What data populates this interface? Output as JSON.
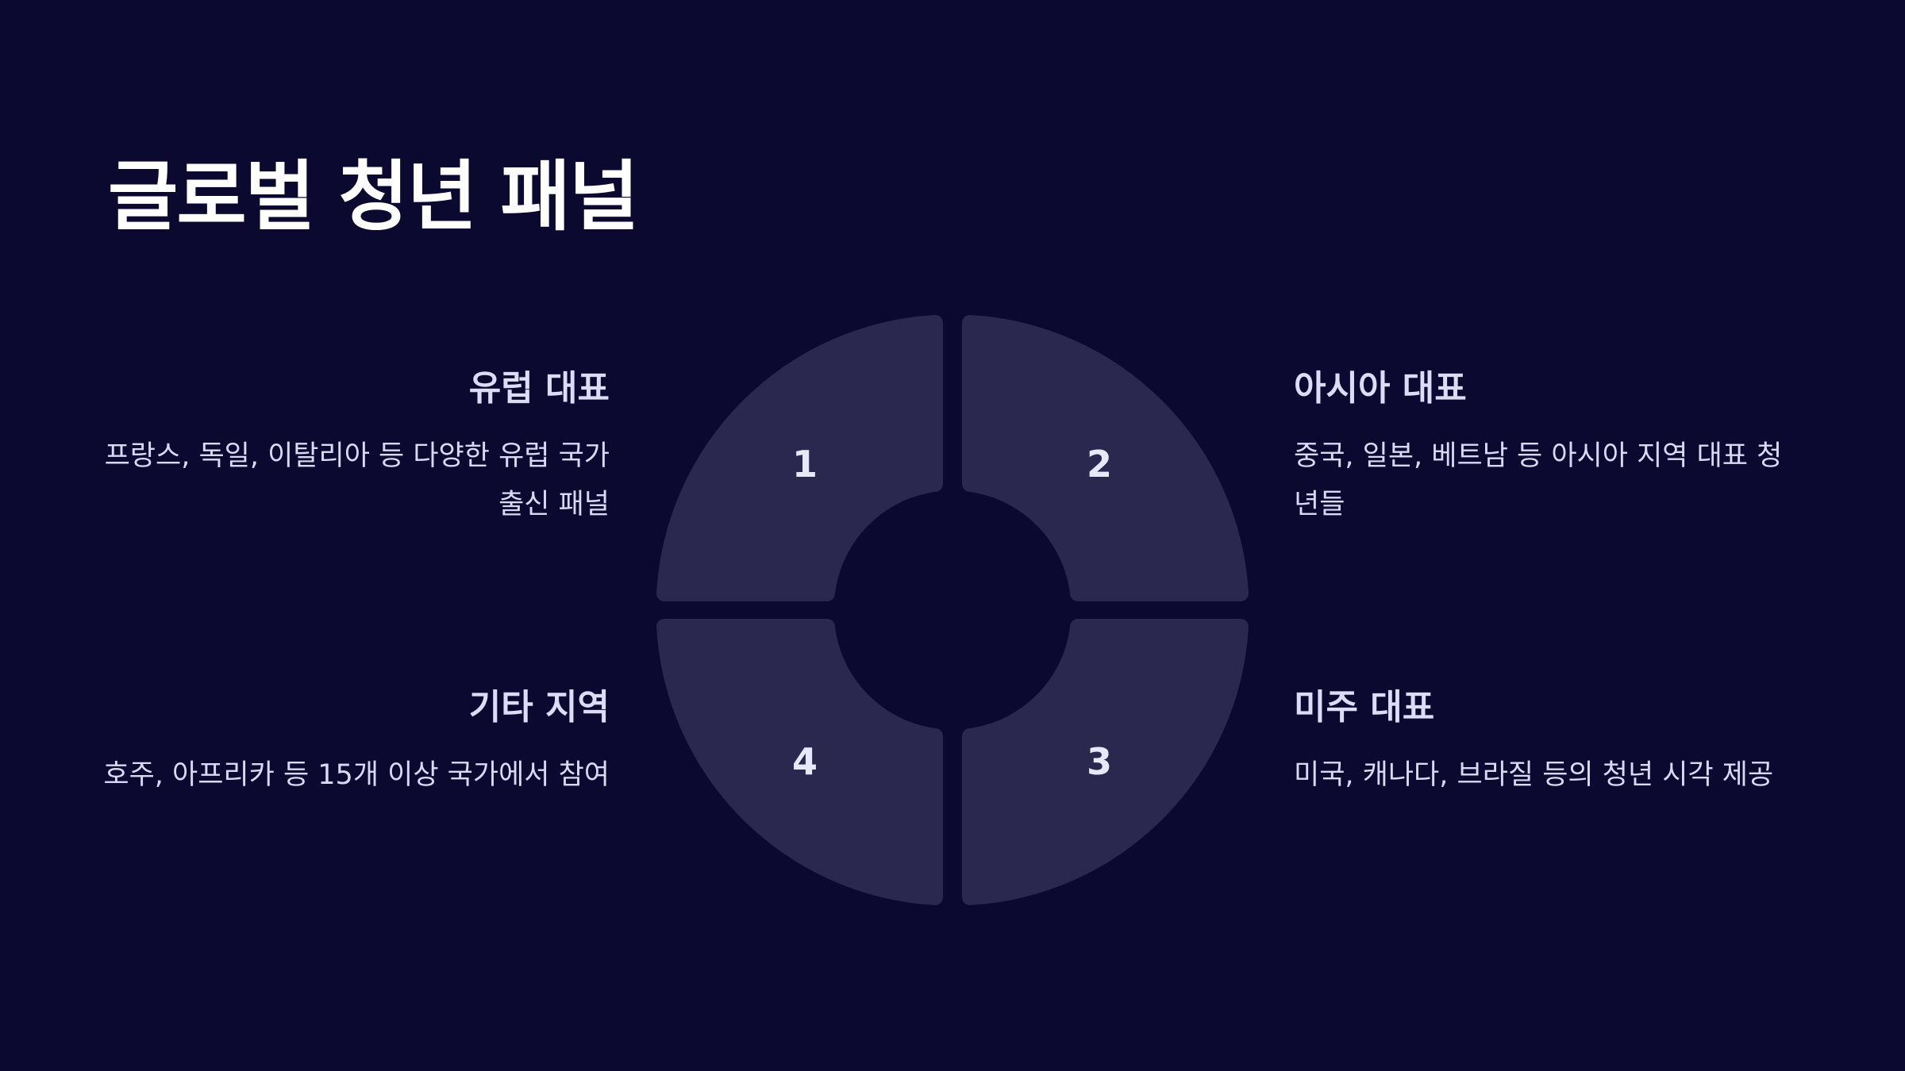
{
  "title": "글로벌 청년 패널",
  "colors": {
    "background": "#0b0930",
    "segment": "#2b2850",
    "text": "#ffffff",
    "muted_text": "#d9d9f3"
  },
  "segments": [
    {
      "number": "1"
    },
    {
      "number": "2"
    },
    {
      "number": "3"
    },
    {
      "number": "4"
    }
  ],
  "panels": {
    "europe": {
      "heading": "유럽 대표",
      "description": "프랑스, 독일, 이탈리아 등 다양한 유럽 국가 출신 패널"
    },
    "asia": {
      "heading": "아시아 대표",
      "description": "중국, 일본, 베트남 등 아시아 지역 대표 청년들"
    },
    "americas": {
      "heading": "미주 대표",
      "description": "미국, 캐나다, 브라질 등의 청년 시각 제공"
    },
    "other": {
      "heading": "기타 지역",
      "description": "호주, 아프리카 등 15개 이상 국가에서 참여"
    }
  }
}
